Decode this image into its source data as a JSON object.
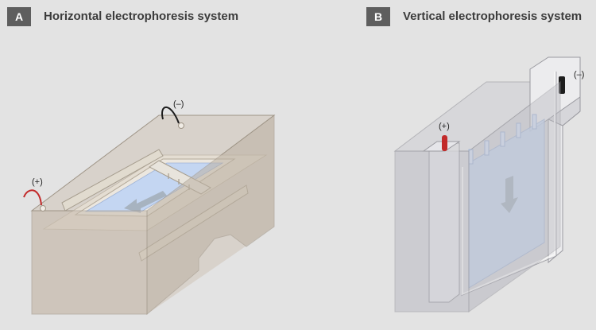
{
  "panels": [
    {
      "badge": "A",
      "title": "Horizontal electrophoresis system",
      "negative_terminal": "(–)",
      "positive_terminal": "(+)"
    },
    {
      "badge": "B",
      "title": "Vertical electrophoresis system",
      "negative_terminal": "(–)",
      "positive_terminal": "(+)"
    }
  ],
  "colors": {
    "background": "#e3e3e3",
    "badge": "#5e5e5e",
    "tank": "#c7bcae",
    "gel": "#c4d6f2",
    "buffer_tank_vertical": "#c9c9cf",
    "red_electrode": "#c22a2a",
    "arrow": "#a7b3c0"
  },
  "icons": [
    "down-arrow-icon",
    "left-arrow-icon"
  ]
}
